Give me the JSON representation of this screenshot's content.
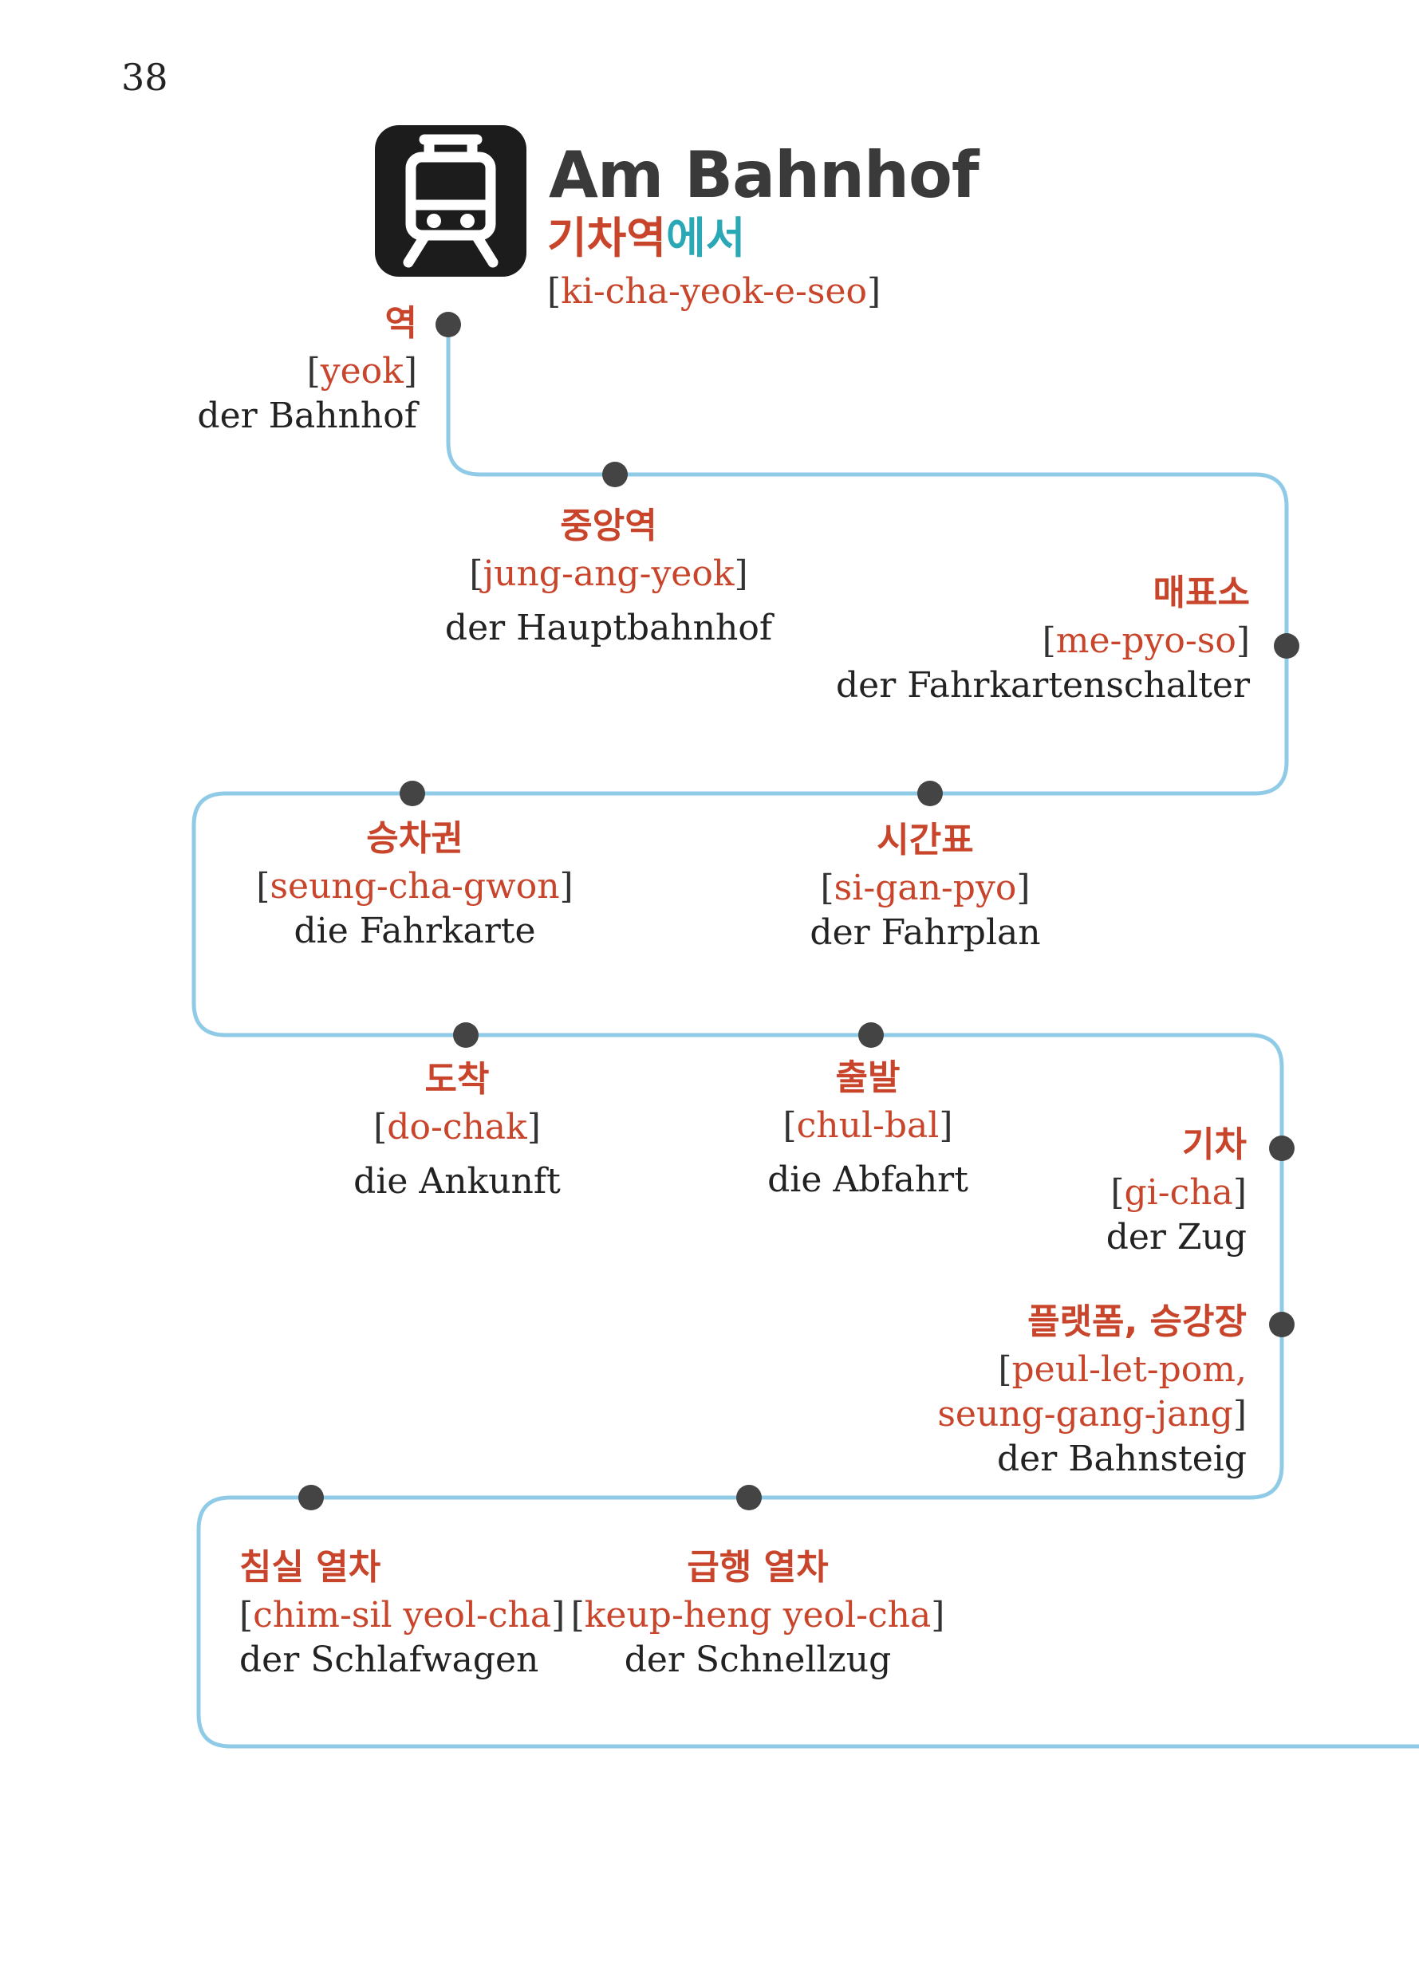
{
  "page_number": "38",
  "header": {
    "icon": "train-icon",
    "title": "Am Bahnhof",
    "subtitle_red": "기차역",
    "subtitle_teal": "에서",
    "romanization": "ki-cha-yeok-e-seo"
  },
  "colors": {
    "accent_red": "#c8452b",
    "accent_teal": "#2aa8b5",
    "route_line": "#8fcbe6",
    "stop_dot": "#444444"
  },
  "entries": [
    {
      "ko": "역",
      "ro": "yeok",
      "de": "der Bahnhof"
    },
    {
      "ko": "중앙역",
      "ro": "jung-ang-yeok",
      "de": "der Hauptbahnhof"
    },
    {
      "ko": "매표소",
      "ro": "me-pyo-so",
      "de": "der Fahrkartenschalter"
    },
    {
      "ko": "승차권",
      "ro": "seung-cha-gwon",
      "de": "die Fahrkarte"
    },
    {
      "ko": "시간표",
      "ro": "si-gan-pyo",
      "de": "der Fahrplan"
    },
    {
      "ko": "도착",
      "ro": "do-chak",
      "de": "die Ankunft"
    },
    {
      "ko": "출발",
      "ro": "chul-bal",
      "de": "die Abfahrt"
    },
    {
      "ko": "기차",
      "ro": "gi-cha",
      "de": "der Zug"
    },
    {
      "ko": "플랫폼, 승강장",
      "ro": "peul-let-pom,",
      "ro2": "seung-gang-jang",
      "de": "der Bahnsteig"
    },
    {
      "ko": "침실 열차",
      "ro": "chim-sil yeol-cha",
      "de": "der Schlafwagen"
    },
    {
      "ko": "급행 열차",
      "ro": "keup-heng yeol-cha",
      "de": "der Schnellzug"
    }
  ]
}
